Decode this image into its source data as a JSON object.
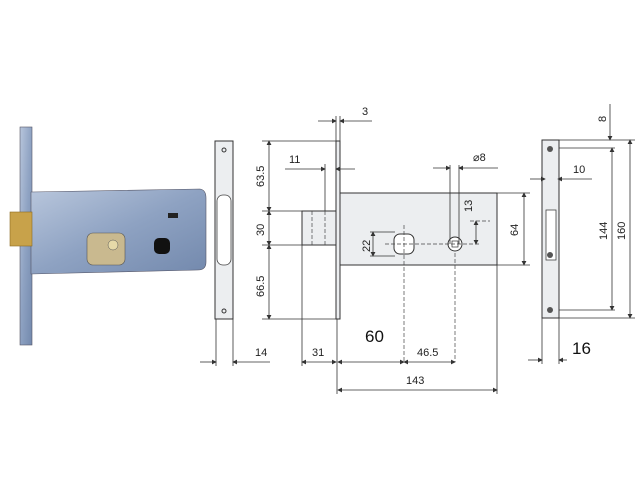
{
  "dimensions": {
    "faceplate_width": "14",
    "forend_thickness": "3",
    "latch_offset": "11",
    "upper": "63.5",
    "latch_height": "30",
    "lower": "66.5",
    "cylinder_height": "22",
    "spindle_diameter": "⌀8",
    "spindle_offset": "13",
    "body_height": "64",
    "latch_projection": "31",
    "backset": "60",
    "center_distance": "46.5",
    "body_length": "143",
    "strike_top": "8",
    "strike_offset": "10",
    "strike_hole_spacing": "144",
    "strike_length": "160",
    "strike_width": "16"
  },
  "colors": {
    "lock_body": "#8fa3c4",
    "latch": "#c8a24a",
    "drawing_fill": "#eceef0"
  }
}
